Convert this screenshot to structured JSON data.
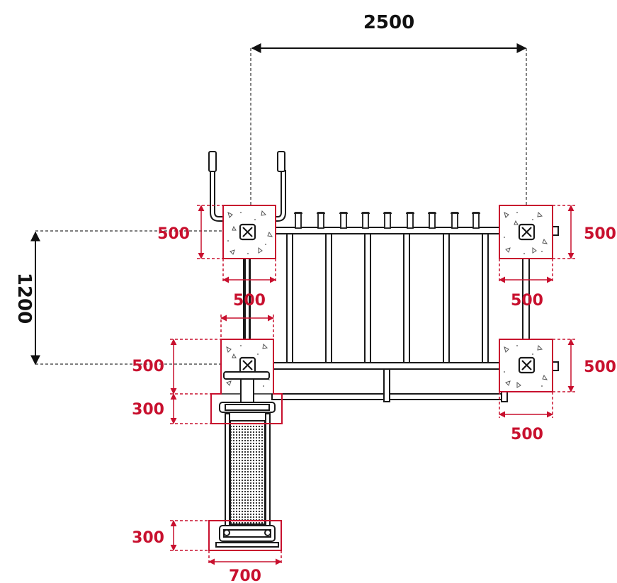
{
  "colors": {
    "accent": "#c8102e",
    "line": "#1a1a1a"
  },
  "dimensions": {
    "overall_width": "2500",
    "overall_depth": "1200",
    "top_left_footing_height": "500",
    "top_left_footing_width": "500",
    "mid_left_footing_width": "500",
    "mid_left_footing_height": "500",
    "bench_base_height": "300",
    "top_right_footing_height": "500",
    "top_right_footing_width": "500",
    "bottom_right_footing_height": "500",
    "bottom_right_footing_width": "500",
    "bench_end_height": "300",
    "bench_end_width": "700"
  }
}
